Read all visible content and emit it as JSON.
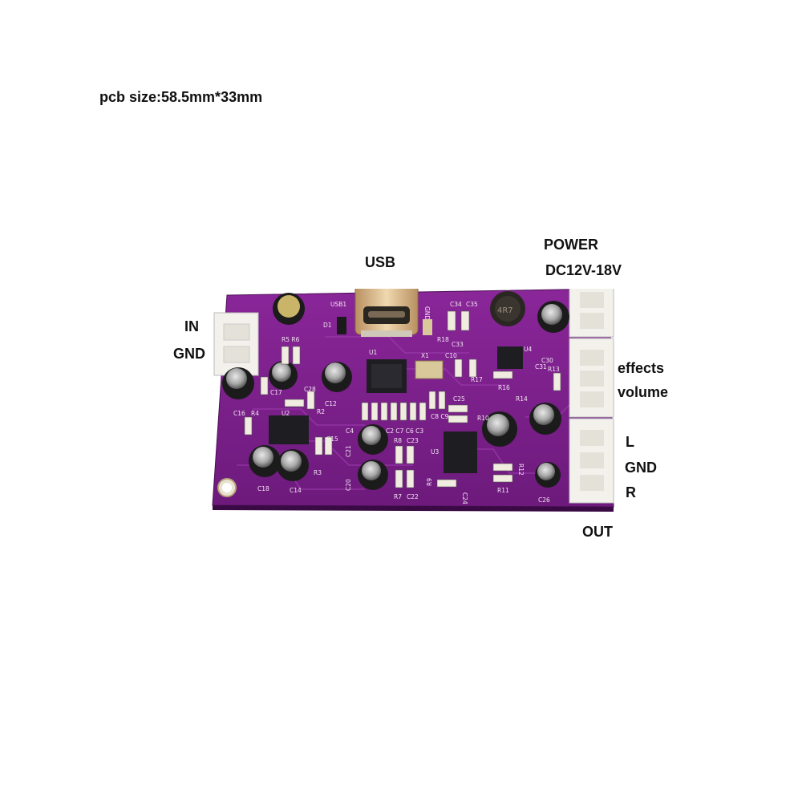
{
  "caption": "pcb size:58.5mm*33mm",
  "labels": {
    "usb": "USB",
    "power": "POWER",
    "power_voltage": "DC12V-18V",
    "in": "IN",
    "in_gnd": "GND",
    "effects": "effects",
    "volume": "volume",
    "out_l": "L",
    "out_gnd": "GND",
    "out_r": "R",
    "out": "OUT"
  },
  "silkscreen": {
    "usb1": "USB1",
    "d1": "D1",
    "gnd": "GND",
    "u1": "U1",
    "x1": "X1",
    "u2": "U2",
    "u3": "U3",
    "u4": "U4",
    "inductor": "4R7",
    "c34": "C34",
    "c35": "C35",
    "c33": "C33",
    "c10": "C10",
    "c30": "C30",
    "c31": "C31",
    "c28": "C28",
    "c12": "C12",
    "c17": "C17",
    "c16": "C16",
    "c15": "C15",
    "c18": "C18",
    "c14": "C14",
    "c21": "C21",
    "c20": "C20",
    "c23": "C23",
    "c22": "C22",
    "c25": "C25",
    "c24": "C24",
    "c26": "C26",
    "c8c9": "C8 C9",
    "c4": "C4",
    "c7c6c3": "C2 C7 C6 C3",
    "r18": "R18",
    "r17": "R17",
    "r16": "R16",
    "r14": "R14",
    "r13": "R13",
    "r12": "R12",
    "r11": "R11",
    "r10": "R10",
    "r9": "R9",
    "r8": "R8",
    "r7": "R7",
    "r5r6": "R5 R6",
    "r4": "R4",
    "r3": "R3",
    "r2": "R2"
  },
  "colors": {
    "pcb": "#7d1f8c",
    "pcb_dark": "#5e146b",
    "silk": "#f2e6f2",
    "connector": "#f3f1ec",
    "capacitor": "#1b1b1b",
    "chip": "#1e1e22",
    "usb_metal": "#d8b98a"
  }
}
